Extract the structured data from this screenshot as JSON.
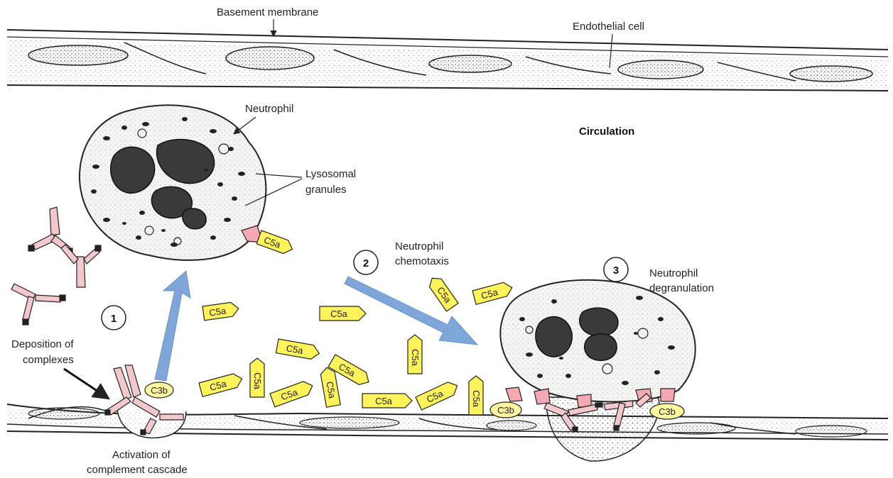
{
  "labels": {
    "basement_membrane": "Basement membrane",
    "endothelial_cell": "Endothelial cell",
    "neutrophil": "Neutrophil",
    "circulation": "Circulation",
    "lysosomal_line1": "Lysosomal",
    "lysosomal_line2": "granules",
    "chemotaxis_line1": "Neutrophil",
    "chemotaxis_line2": "chemotaxis",
    "degranulation_line1": "Neutrophil",
    "degranulation_line2": "degranulation",
    "deposition_line1": "Deposition of",
    "deposition_line2": "complexes",
    "activation_line1": "Activation of",
    "activation_line2": "complement cascade"
  },
  "steps": {
    "one": "1",
    "two": "2",
    "three": "3"
  },
  "complement": {
    "c5a": "C5a",
    "c3b": "C3b"
  },
  "colors": {
    "c5a_fill": "#fff35a",
    "c3b_fill": "#fff7a0",
    "arrow_blue": "#7fa6d8",
    "antibody_pink": "#f2c8cc",
    "receptor_pink": "#f4a8b2",
    "cell_fill": "#f4f4f2",
    "nucleus_fill": "#3a3a3a",
    "ink": "#222222"
  }
}
